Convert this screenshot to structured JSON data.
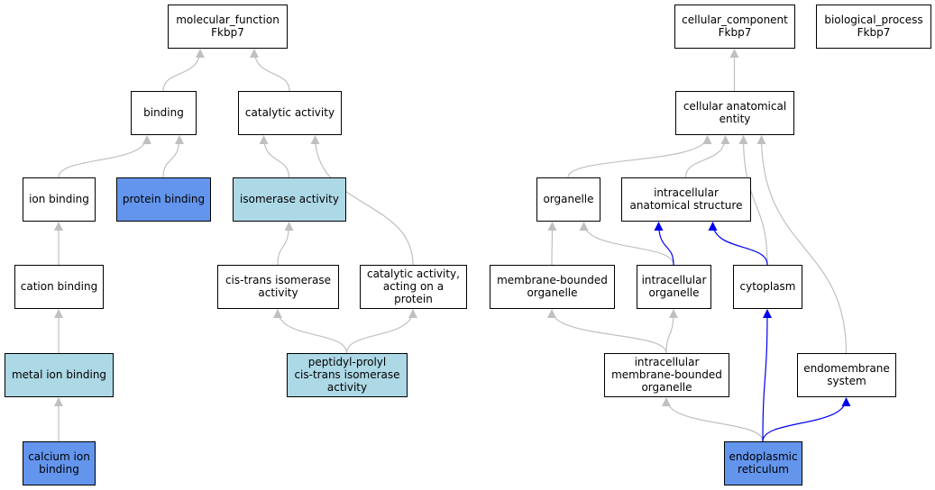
{
  "colors": {
    "plain": "#ffffff",
    "light": "#add8e6",
    "strong": "#6495ed",
    "edge_default": "#c0c0c0",
    "edge_highlight": "#0000ee"
  },
  "nodes": [
    {
      "id": "mf",
      "lines": [
        "molecular_function",
        "Fkbp7"
      ],
      "fill": "plain"
    },
    {
      "id": "binding",
      "lines": [
        "binding"
      ],
      "fill": "plain"
    },
    {
      "id": "catalytic",
      "lines": [
        "catalytic activity"
      ],
      "fill": "plain"
    },
    {
      "id": "ionbinding",
      "lines": [
        "ion binding"
      ],
      "fill": "plain"
    },
    {
      "id": "proteinbinding",
      "lines": [
        "protein binding"
      ],
      "fill": "strong"
    },
    {
      "id": "isomerase",
      "lines": [
        "isomerase activity"
      ],
      "fill": "light"
    },
    {
      "id": "cation",
      "lines": [
        "cation binding"
      ],
      "fill": "plain"
    },
    {
      "id": "cistrans",
      "lines": [
        "cis-trans isomerase",
        "activity"
      ],
      "fill": "plain"
    },
    {
      "id": "catprotein",
      "lines": [
        "catalytic activity,",
        "acting on a",
        "protein"
      ],
      "fill": "plain"
    },
    {
      "id": "metal",
      "lines": [
        "metal ion binding"
      ],
      "fill": "light"
    },
    {
      "id": "peptidyl",
      "lines": [
        "peptidyl-prolyl",
        "cis-trans isomerase",
        "activity"
      ],
      "fill": "light"
    },
    {
      "id": "calcium",
      "lines": [
        "calcium ion",
        "binding"
      ],
      "fill": "strong"
    },
    {
      "id": "cc",
      "lines": [
        "cellular_component",
        "Fkbp7"
      ],
      "fill": "plain"
    },
    {
      "id": "bp",
      "lines": [
        "biological_process",
        "Fkbp7"
      ],
      "fill": "plain",
      "borderless": true
    },
    {
      "id": "cae",
      "lines": [
        "cellular anatomical",
        "entity"
      ],
      "fill": "plain"
    },
    {
      "id": "organelle",
      "lines": [
        "organelle"
      ],
      "fill": "plain"
    },
    {
      "id": "ias",
      "lines": [
        "intracellular",
        "anatomical structure"
      ],
      "fill": "plain"
    },
    {
      "id": "mbo",
      "lines": [
        "membrane-bounded",
        "organelle"
      ],
      "fill": "plain"
    },
    {
      "id": "io",
      "lines": [
        "intracellular",
        "organelle"
      ],
      "fill": "plain"
    },
    {
      "id": "cytoplasm",
      "lines": [
        "cytoplasm"
      ],
      "fill": "plain"
    },
    {
      "id": "imbo",
      "lines": [
        "intracellular",
        "membrane-bounded",
        "organelle"
      ],
      "fill": "plain"
    },
    {
      "id": "endomembrane",
      "lines": [
        "endomembrane",
        "system"
      ],
      "fill": "plain"
    },
    {
      "id": "er",
      "lines": [
        "endoplasmic",
        "reticulum"
      ],
      "fill": "strong"
    }
  ],
  "edges": [
    {
      "from": "binding",
      "to": "mf",
      "color": "edge_default"
    },
    {
      "from": "catalytic",
      "to": "mf",
      "color": "edge_default"
    },
    {
      "from": "ionbinding",
      "to": "binding",
      "color": "edge_default"
    },
    {
      "from": "proteinbinding",
      "to": "binding",
      "color": "edge_default"
    },
    {
      "from": "isomerase",
      "to": "catalytic",
      "color": "edge_default"
    },
    {
      "from": "catprotein",
      "to": "catalytic",
      "color": "edge_default"
    },
    {
      "from": "cation",
      "to": "ionbinding",
      "color": "edge_default"
    },
    {
      "from": "cistrans",
      "to": "isomerase",
      "color": "edge_default"
    },
    {
      "from": "metal",
      "to": "cation",
      "color": "edge_default"
    },
    {
      "from": "peptidyl",
      "to": "cistrans",
      "color": "edge_default"
    },
    {
      "from": "peptidyl",
      "to": "catprotein",
      "color": "edge_default"
    },
    {
      "from": "calcium",
      "to": "metal",
      "color": "edge_default"
    },
    {
      "from": "cae",
      "to": "cc",
      "color": "edge_default"
    },
    {
      "from": "organelle",
      "to": "cae",
      "color": "edge_default"
    },
    {
      "from": "ias",
      "to": "cae",
      "color": "edge_default"
    },
    {
      "from": "cytoplasm",
      "to": "cae",
      "color": "edge_default"
    },
    {
      "from": "endomembrane",
      "to": "cae",
      "color": "edge_default"
    },
    {
      "from": "mbo",
      "to": "organelle",
      "color": "edge_default"
    },
    {
      "from": "io",
      "to": "organelle",
      "color": "edge_default"
    },
    {
      "from": "io",
      "to": "ias",
      "color": "edge_highlight"
    },
    {
      "from": "cytoplasm",
      "to": "ias",
      "color": "edge_highlight"
    },
    {
      "from": "imbo",
      "to": "mbo",
      "color": "edge_default"
    },
    {
      "from": "imbo",
      "to": "io",
      "color": "edge_default"
    },
    {
      "from": "er",
      "to": "imbo",
      "color": "edge_default"
    },
    {
      "from": "er",
      "to": "cytoplasm",
      "color": "edge_highlight"
    },
    {
      "from": "er",
      "to": "endomembrane",
      "color": "edge_highlight"
    }
  ]
}
